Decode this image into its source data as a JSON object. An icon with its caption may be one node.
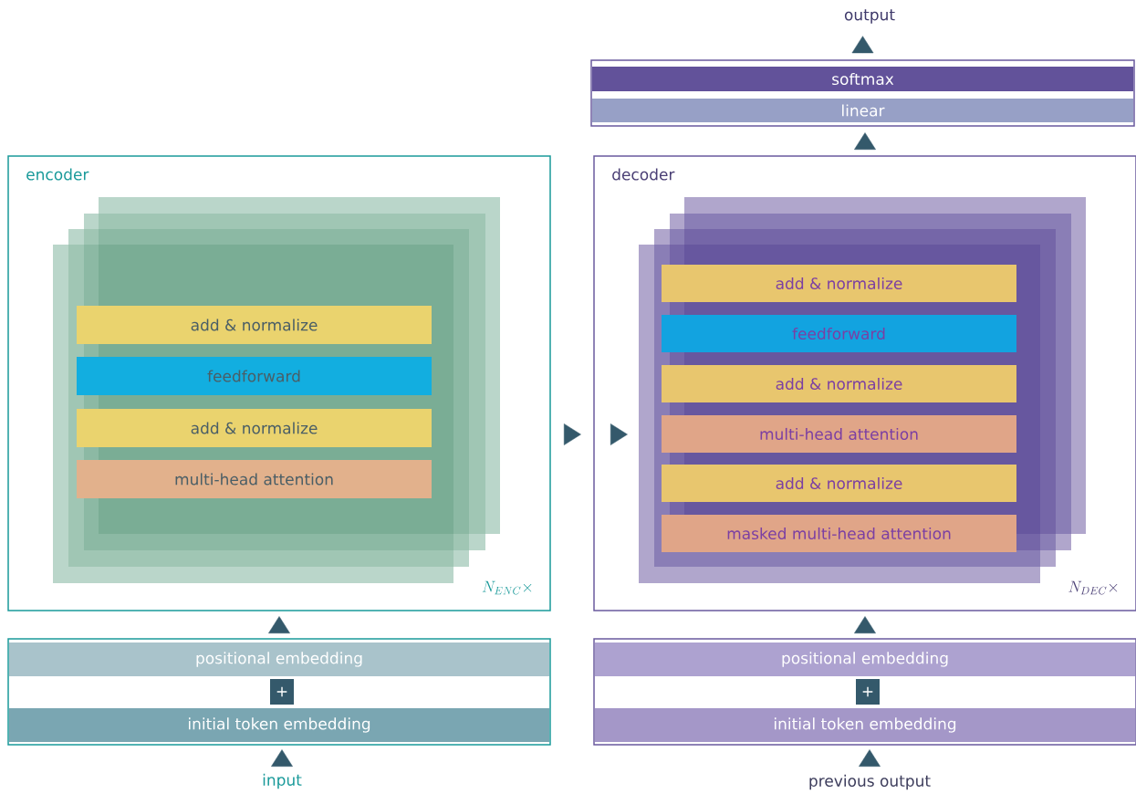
{
  "diagram": {
    "nodes": [
      {
        "text": [
          "encoder",
          "N_{ENC} \\times"
        ]
      },
      {
        "text": [],
        "shape": "box",
        "in": 0
      },
      {
        "text": [
          "add & normalize"
        ],
        "in": 1
      },
      {
        "text": [
          "feedforward"
        ],
        "in": 1
      },
      {
        "text": [
          "add & normalize"
        ],
        "in": 1
      },
      {
        "text": [
          "multi-head attention"
        ],
        "in": 1
      },
      {
        "text": [],
        "shape": "box"
      },
      {
        "text": [
          "positional embedding"
        ],
        "in": 6
      },
      {
        "text": [
          "+"
        ],
        "in": 6
      },
      {
        "text": [
          "initial token embedding"
        ],
        "in": 6
      },
      {
        "text": [
          "input"
        ]
      },
      {
        "text": [
          "output"
        ]
      },
      {
        "text": [],
        "shape": "box"
      },
      {
        "text": [
          "softmax"
        ],
        "in": 12
      },
      {
        "text": [
          "linear"
        ],
        "in": 12
      },
      {
        "text": [
          "decoder",
          "N_{DEC} \\times"
        ]
      },
      {
        "text": [],
        "shape": "box",
        "in": 15
      },
      {
        "text": [
          "add & normalize"
        ],
        "in": 16
      },
      {
        "text": [
          "feedforward"
        ],
        "in": 16
      },
      {
        "text": [
          "add & normalize"
        ],
        "in": 16
      },
      {
        "text": [
          "multi-head attention"
        ],
        "in": 16
      },
      {
        "text": [
          "add & normalize"
        ],
        "in": 16
      },
      {
        "text": [
          "masked multi-head attention"
        ],
        "in": 16
      },
      {
        "text": [],
        "shape": "box"
      },
      {
        "text": [
          "positional embedding"
        ],
        "in": 23
      },
      {
        "text": [
          "+"
        ],
        "in": 23
      },
      {
        "text": [
          "initial token embedding"
        ],
        "in": 23
      },
      {
        "text": [
          "previous output"
        ]
      }
    ],
    "edges": [
      {
        "from": 10,
        "to": 6,
        "arrow": "to"
      },
      {
        "from": 6,
        "to": 0,
        "arrow": "to"
      },
      {
        "from": 0,
        "to": 15,
        "arrow": "to"
      },
      {
        "from": null,
        "to": 16,
        "arrow": "to"
      },
      {
        "from": 27,
        "to": 23,
        "arrow": "to"
      },
      {
        "from": 23,
        "to": 15,
        "arrow": "to"
      },
      {
        "from": 15,
        "to": 12,
        "arrow": "to"
      },
      {
        "from": 12,
        "to": 11,
        "arrow": "to"
      }
    ]
  }
}
